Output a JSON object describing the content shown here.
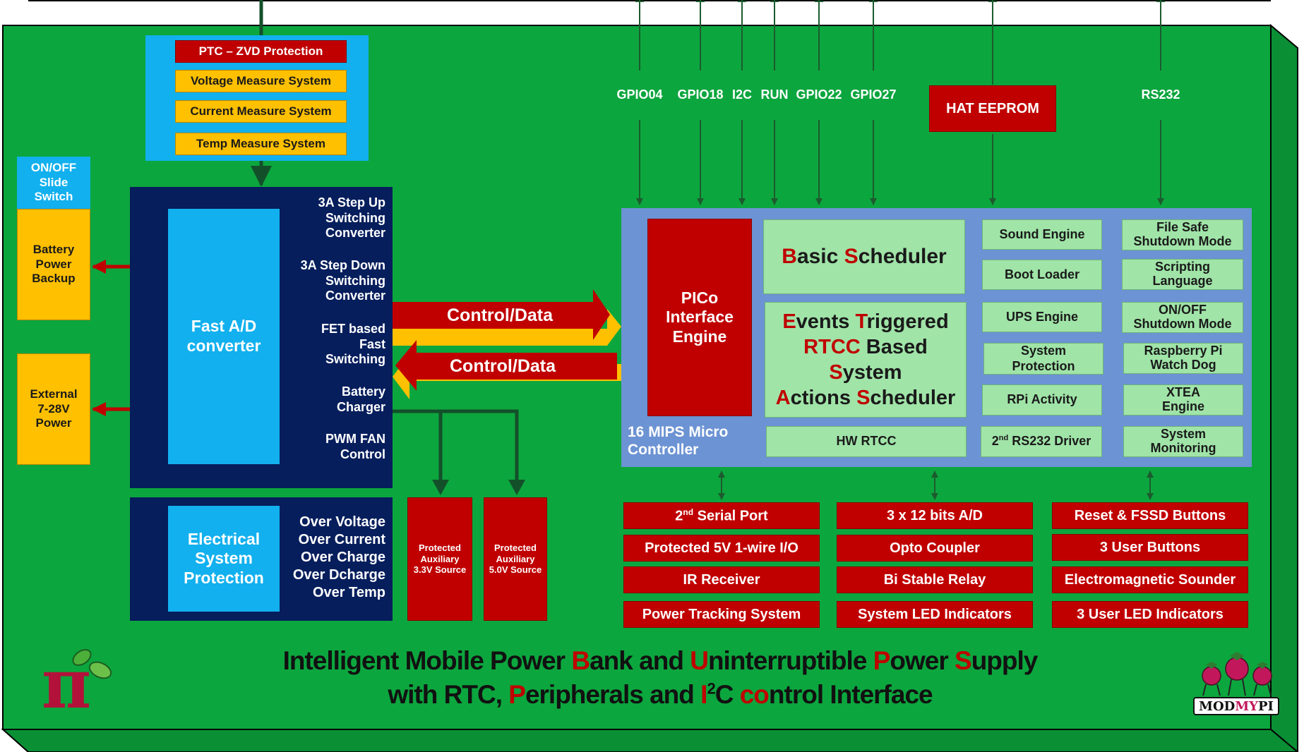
{
  "protection_stack": {
    "ptc": "PTC – ZVD Protection",
    "voltage": "Voltage Measure System",
    "current": "Current Measure System",
    "temp": "Temp Measure System"
  },
  "left_inputs": {
    "switch": "ON/OFF Slide Switch",
    "battery": "Battery Power Backup",
    "external": "External 7-28V Power"
  },
  "power_block": {
    "adc": "Fast A/D converter",
    "step_up": "3A Step Up Switching Converter",
    "step_down": "3A Step Down Switching Converter",
    "fet": "FET based Fast Switching",
    "charger": "Battery Charger",
    "pwm": "PWM FAN Control"
  },
  "esp_block": {
    "label": "Electrical System Protection",
    "list": [
      "Over Voltage",
      "Over Current",
      "Over Charge",
      "Over Dcharge",
      "Over Temp"
    ]
  },
  "aux": {
    "a33": "Protected Auxiliary 3.3V Source",
    "a50": "Protected Auxiliary 5.0V Source"
  },
  "bus": {
    "to_mcu": "Control/Data",
    "to_power": "Control/Data"
  },
  "pins": [
    "GPIO04",
    "GPIO18",
    "I2C",
    "RUN",
    "GPIO22",
    "GPIO27"
  ],
  "hat_eeprom": "HAT EEPROM",
  "rs232": "RS232",
  "mcu": {
    "engine": "PICo Interface Engine",
    "caption": "16 MIPS Micro Controller",
    "basic_scheduler": "Basic Scheduler",
    "events_scheduler": "Events Triggered RTCC Based System Actions Scheduler",
    "hw_rtcc": "HW RTCC",
    "mid": [
      "Sound Engine",
      "Boot Loader",
      "UPS Engine",
      "System Protection",
      "RPi Activity",
      "RS232 Driver"
    ],
    "mid_last_prefix": "2",
    "mid_last_sup": "nd",
    "right": [
      "File Safe Shutdown Mode",
      "Scripting Language",
      "ON/OFF Shutdown Mode",
      "Raspberry Pi Watch Dog",
      "XTEA Engine",
      "System Monitoring"
    ]
  },
  "peripherals": {
    "col1": [
      "Serial Port",
      "Protected 5V 1-wire I/O",
      "IR Receiver",
      "Power Tracking System"
    ],
    "col1_first_prefix": "2",
    "col1_first_sup": "nd",
    "col2": [
      "3 x 12 bits A/D",
      "Opto Coupler",
      "Bi Stable Relay",
      "System LED Indicators"
    ],
    "col3": [
      "Reset & FSSD Buttons",
      "3 User Buttons",
      "Electromagnetic Sounder",
      "3 User LED Indicators"
    ]
  },
  "title": {
    "line1": "Intelligent Mobile Power Bank and Uninterruptible Power Supply",
    "line2": "with RTC, Peripherals and I2C control Interface"
  },
  "logo": {
    "symbol": "π",
    "brand_a": "MOD",
    "brand_b": "MY",
    "brand_c": "PI"
  },
  "colors": {
    "board": "#0ca63e",
    "navy": "#061e5c",
    "mcu_panel": "#6c93d3",
    "red": "#c00000",
    "yellow": "#ffc000",
    "mint": "#a0e4a8",
    "sky": "#12b0ee"
  }
}
